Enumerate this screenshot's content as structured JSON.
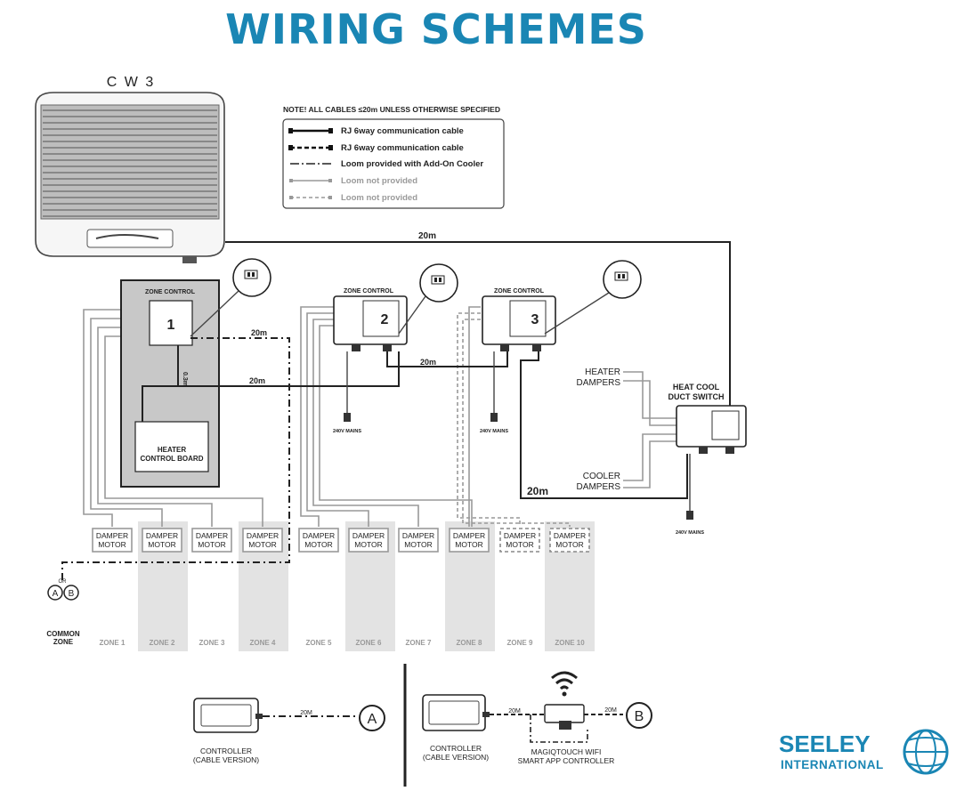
{
  "title": "WIRING SCHEMES",
  "unit_name": "C W 3",
  "note": "NOTE! ALL CABLES ≤20m UNLESS OTHERWISE SPECIFIED",
  "legend": [
    {
      "label": "RJ 6way communication cable",
      "style": "solid-thick"
    },
    {
      "label": "RJ 6way communication cable",
      "style": "dashed-thick"
    },
    {
      "label": "Loom provided with Add-On Cooler",
      "style": "dashdot"
    },
    {
      "label": "Loom not provided",
      "style": "grey-solid"
    },
    {
      "label": "Loom not provided",
      "style": "grey-dashed"
    }
  ],
  "zone_control_label": "ZONE CONTROL",
  "zone_control_numbers": [
    "1",
    "2",
    "3"
  ],
  "heater_board": [
    "HEATER",
    "CONTROL BOARD"
  ],
  "heat_cool_switch": [
    "HEAT COOL",
    "DUCT SWITCH"
  ],
  "heater_dampers": [
    "HEATER",
    "DAMPERS"
  ],
  "cooler_dampers": [
    "COOLER",
    "DAMPERS"
  ],
  "mains": "240V MAINS",
  "cable_lengths": {
    "top": "20m",
    "zone1_out": "20m",
    "zone1_mid": "20m",
    "z2_z3": "20m",
    "bottom": "20m",
    "short": "0.3m"
  },
  "damper_motor": [
    "DAMPER",
    "MOTOR"
  ],
  "zones": [
    "ZONE 1",
    "ZONE 2",
    "ZONE 3",
    "ZONE 4",
    "ZONE 5",
    "ZONE 6",
    "ZONE 7",
    "ZONE 8",
    "ZONE 9",
    "ZONE 10"
  ],
  "common_zone": [
    "COMMON",
    "ZONE"
  ],
  "or_label": "OR",
  "connector_a": "A",
  "connector_b": "B",
  "controller_cable": [
    "CONTROLLER",
    "(CABLE VERSION)"
  ],
  "magiqtouch": [
    "MAGIQTOUCH WIFI",
    "SMART APP CONTROLLER"
  ],
  "cable_20m": "20M",
  "brand": [
    "SEELEY",
    "INTERNATIONAL"
  ],
  "colors": {
    "title": "#1a86b4",
    "brand": "#1a86b4",
    "zone_shade": "#e3e3e3",
    "zone_control_1_bg": "#c8c8c8"
  }
}
